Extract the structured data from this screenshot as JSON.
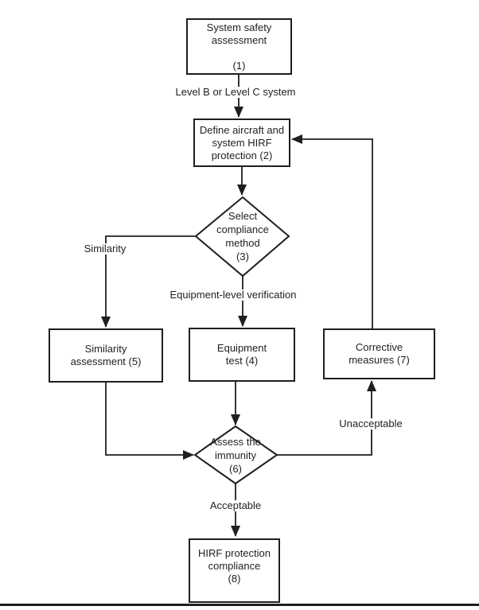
{
  "diagram": {
    "type": "flowchart",
    "nodes": {
      "n1": {
        "lines": [
          "System safety",
          "assessment",
          "",
          "(1)"
        ]
      },
      "n2": {
        "lines": [
          "Define aircraft and",
          "system HIRF",
          "protection (2)"
        ]
      },
      "n3": {
        "lines": [
          "Select",
          "compliance",
          "method",
          "(3)"
        ]
      },
      "n4": {
        "lines": [
          "Equipment",
          "test (4)"
        ]
      },
      "n5": {
        "lines": [
          "Similarity",
          "assessment (5)"
        ]
      },
      "n6": {
        "lines": [
          "Assess the",
          "immunity",
          "(6)"
        ]
      },
      "n7": {
        "lines": [
          "Corrective",
          "measures (7)"
        ]
      },
      "n8": {
        "lines": [
          "HIRF protection",
          "compliance",
          "(8)"
        ]
      }
    },
    "edge_labels": {
      "level_b_c": "Level B or Level C system",
      "similarity": "Similarity",
      "equipment_level": "Equipment-level verification",
      "unacceptable": "Unacceptable",
      "acceptable": "Acceptable"
    },
    "colors": {
      "line": "#1f1f1f",
      "text": "#1f1f1f",
      "background": "#ffffff"
    }
  }
}
